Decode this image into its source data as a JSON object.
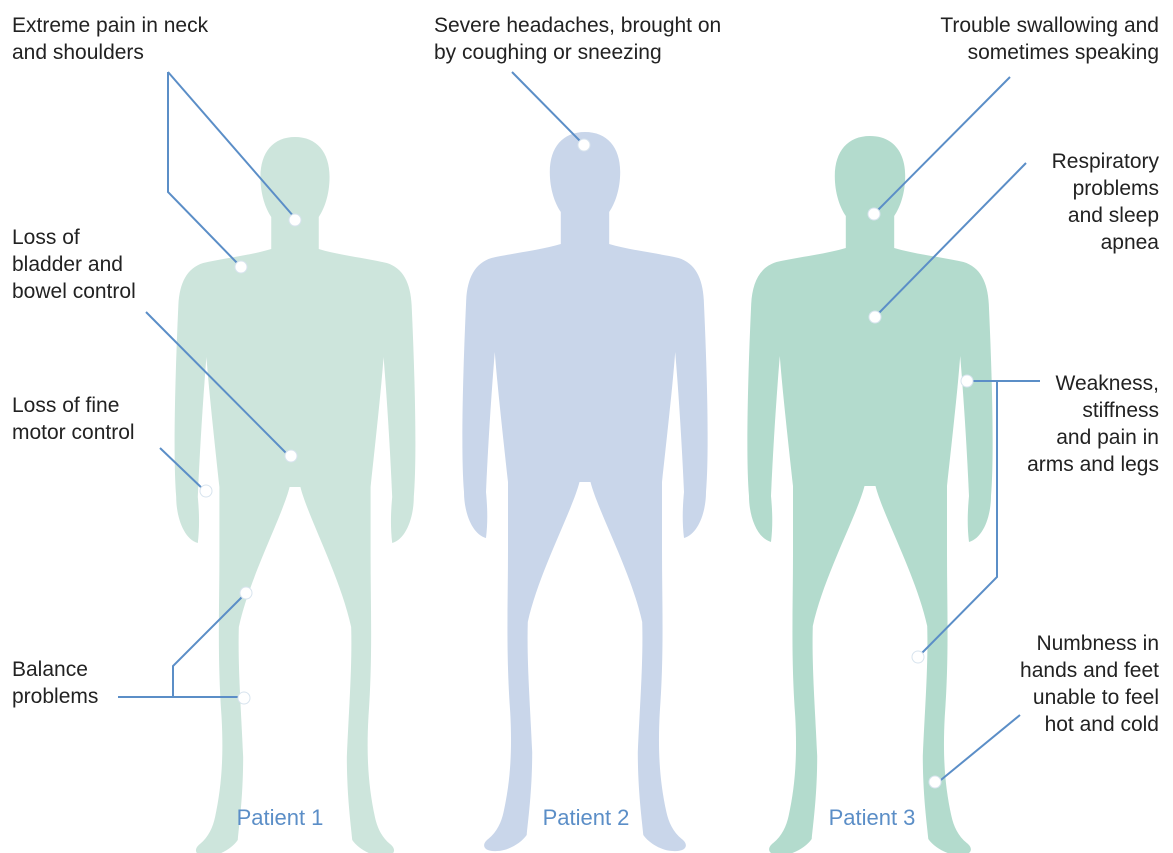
{
  "symptoms": {
    "neck_shoulders": "Extreme pain in neck\nand shoulders",
    "bladder": "Loss of\nbladder and\nbowel control",
    "fine_motor": "Loss of fine\nmotor control",
    "balance": "Balance\nproblems",
    "headaches": "Severe headaches, brought on\nby coughing or sneezing",
    "swallowing": "Trouble swallowing and\nsometimes speaking",
    "respiratory": "Respiratory\nproblems\nand sleep\napnea",
    "weakness": "Weakness,\nstiffness\nand pain in\narms and legs",
    "numbness": "Numbness in\nhands and feet\nunable to feel\nhot and cold"
  },
  "patients": [
    {
      "label": "Patient 1",
      "color": "#cde5dc"
    },
    {
      "label": "Patient 2",
      "color": "#c9d6ea"
    },
    {
      "label": "Patient 3",
      "color": "#b3dbcd"
    }
  ],
  "colors": {
    "leader": "#5b8ec7",
    "patient_label": "#5b8ec7"
  }
}
